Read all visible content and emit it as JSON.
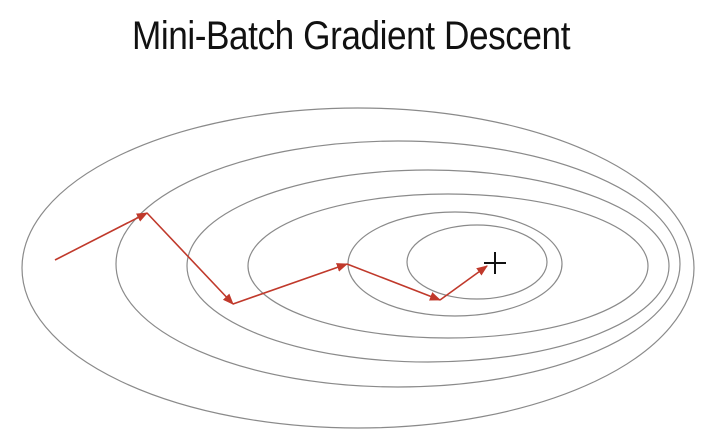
{
  "title": "Mini-Batch Gradient Descent",
  "colors": {
    "contour": "#8a8a8a",
    "path": "#c0392b",
    "minimum": "#111111",
    "title": "#111111"
  },
  "diagram": {
    "contour_count": 6,
    "path_step_count": 5,
    "minimum_marker": "+"
  }
}
